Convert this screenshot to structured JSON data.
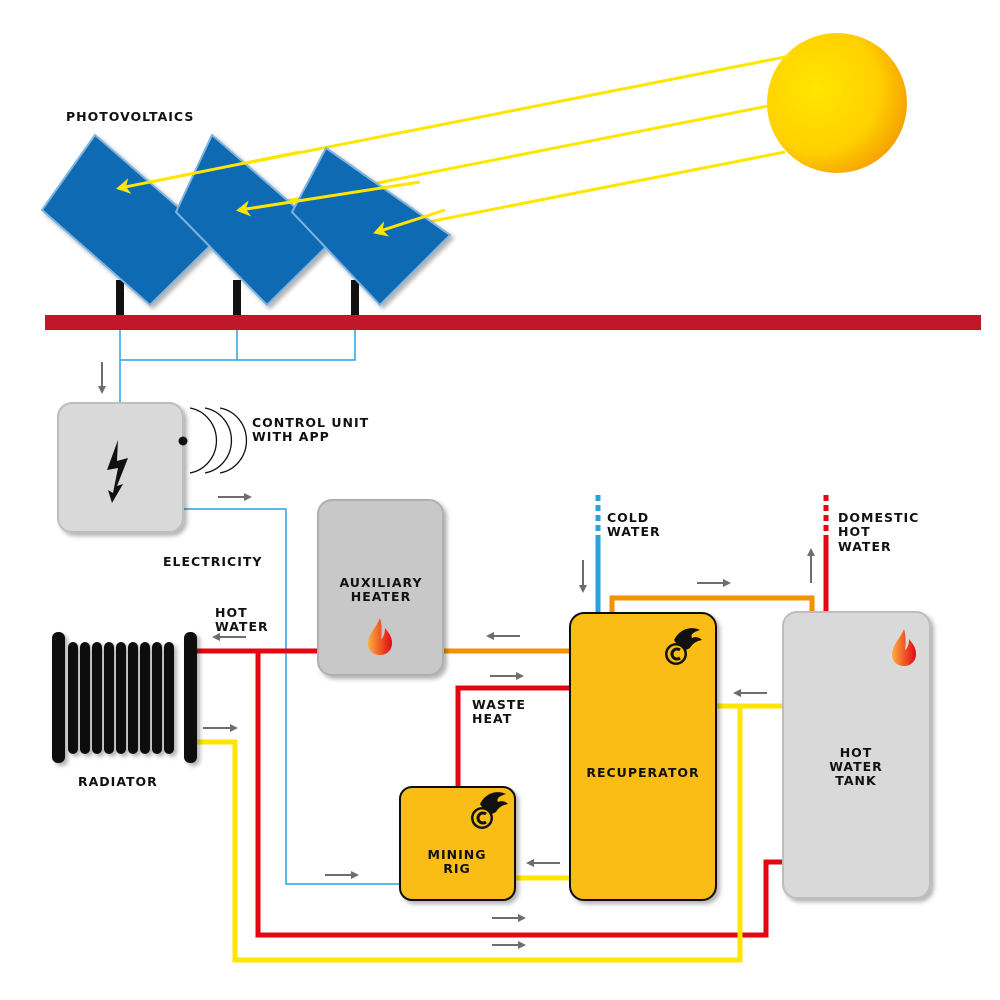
{
  "labels": {
    "photovoltaics": "PHOTOVOLTAICS",
    "control_unit": [
      "CONTROL UNIT",
      "WITH APP"
    ],
    "electricity": "ELECTRICITY",
    "auxiliary_heater": [
      "AUXILIARY",
      "HEATER"
    ],
    "hot_water": [
      "HOT",
      "WATER"
    ],
    "radiator": "RADIATOR",
    "cold_water": [
      "COLD",
      "WATER"
    ],
    "domestic_hot_water": [
      "DOMESTIC",
      "HOT",
      "WATER"
    ],
    "recuperator": "RECUPERATOR",
    "hot_water_tank": [
      "HOT",
      "WATER",
      "TANK"
    ],
    "waste_heat": [
      "WASTE",
      "HEAT"
    ],
    "mining_rig": [
      "MINING",
      "RIG"
    ]
  },
  "icons": {
    "control_unit": "lightning-bolt-icon",
    "wireless": "wifi-signal-icon",
    "heater": "flame-icon",
    "crypto": "flaming-coin-icon"
  },
  "colors": {
    "panel": "#0f6bb3",
    "ground": "#c0172a",
    "electric_line": "#29a3dd",
    "hot_pipe": "#e30613",
    "warm_pipe": "#f39200",
    "cool_pipe": "#ffe600",
    "device_yellow": "#f9bd16",
    "device_gray": "#d9d9d9",
    "sun": "#ffe600"
  }
}
